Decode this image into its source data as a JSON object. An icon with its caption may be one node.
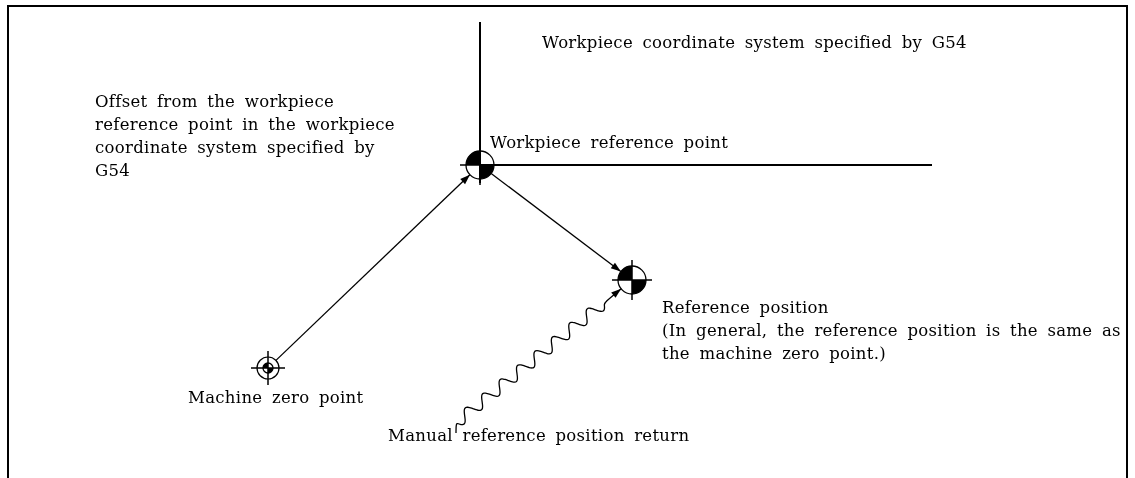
{
  "diagram": {
    "nodes": [
      {
        "text": [],
        "shape": "circle",
        "beside": [
          "Workpiece reference point"
        ]
      },
      {
        "text": [],
        "shape": "circle",
        "beside": [
          "Machine zero point"
        ]
      },
      {
        "text": [],
        "shape": "circle",
        "beside": [
          "Reference position",
          "(In general, the reference position is the same as the machine zero point.)"
        ]
      },
      {
        "text": [
          "Manual reference position return"
        ]
      }
    ],
    "edges": [
      {
        "from": 1,
        "to": 0,
        "arrow": "to",
        "label": "Offset from the workpiece reference point in the workpiece coordinate system specified by G54"
      },
      {
        "from": 0,
        "to": 2,
        "arrow": "to"
      },
      {
        "from": 3,
        "to": 2,
        "arrow": "to"
      }
    ],
    "labels": [
      "Workpiece coordinate system specified by G54"
    ]
  }
}
